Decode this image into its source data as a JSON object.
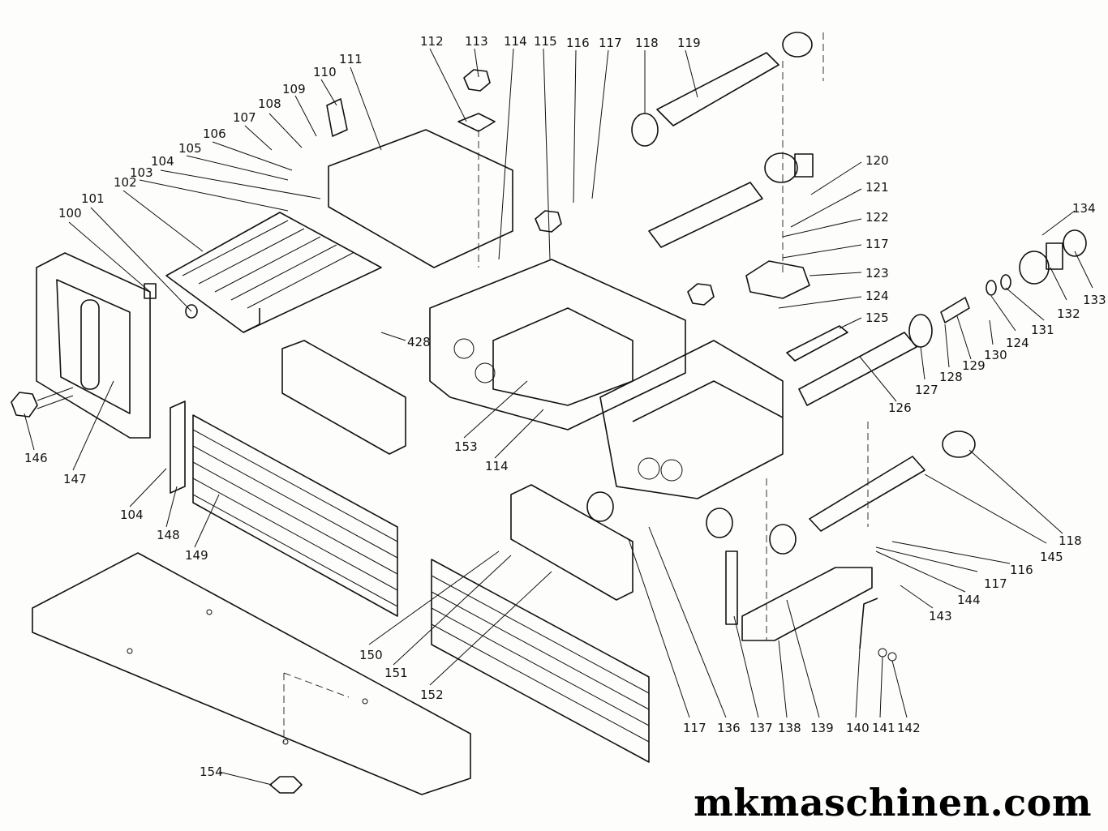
{
  "callouts": [
    "100",
    "101",
    "102",
    "103",
    "104",
    "105",
    "106",
    "107",
    "108",
    "109",
    "110",
    "111",
    "112",
    "113",
    "114",
    "115",
    "116",
    "117",
    "118",
    "119",
    "120",
    "121",
    "122",
    "117",
    "123",
    "124",
    "125",
    "134",
    "133",
    "132",
    "131",
    "124",
    "130",
    "129",
    "128",
    "127",
    "126",
    "428",
    "153",
    "114",
    "146",
    "147",
    "104",
    "148",
    "149",
    "150",
    "151",
    "152",
    "117",
    "136",
    "137",
    "138",
    "139",
    "140",
    "141",
    "142",
    "143",
    "144",
    "117",
    "116",
    "145",
    "118",
    "154"
  ],
  "watermark": "mkmaschinen.com"
}
